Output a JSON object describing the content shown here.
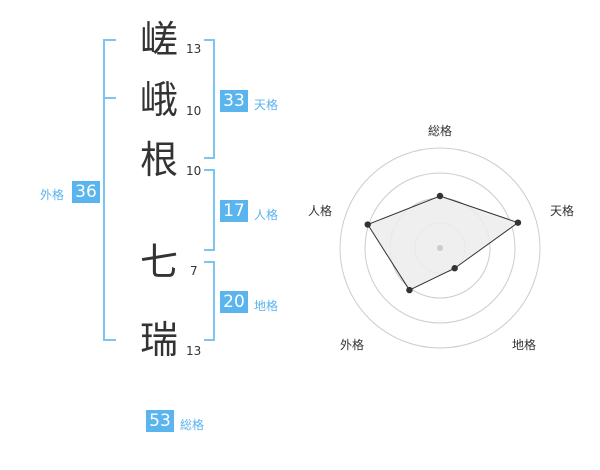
{
  "name_chars": [
    {
      "char": "嵯",
      "strokes": "13"
    },
    {
      "char": "峨",
      "strokes": "10"
    },
    {
      "char": "根",
      "strokes": "10"
    },
    {
      "char": "七",
      "strokes": "7"
    },
    {
      "char": "瑞",
      "strokes": "13"
    }
  ],
  "fortune": {
    "tenkaku": {
      "value": "33",
      "label": "天格"
    },
    "jinkaku": {
      "value": "17",
      "label": "人格"
    },
    "chikaku": {
      "value": "20",
      "label": "地格"
    },
    "gaikaku": {
      "value": "36",
      "label": "外格"
    },
    "soukaku": {
      "value": "53",
      "label": "総格"
    }
  },
  "colors": {
    "accent": "#5ab4ee",
    "bracket": "#7cc4f2",
    "text": "#333333",
    "radar_fill": "#ececec"
  },
  "chart_data": {
    "type": "radar",
    "axes": [
      "総格",
      "天格",
      "地格",
      "外格",
      "人格"
    ],
    "values": [
      0.52,
      0.82,
      0.25,
      0.52,
      0.76
    ],
    "max": 1
  }
}
